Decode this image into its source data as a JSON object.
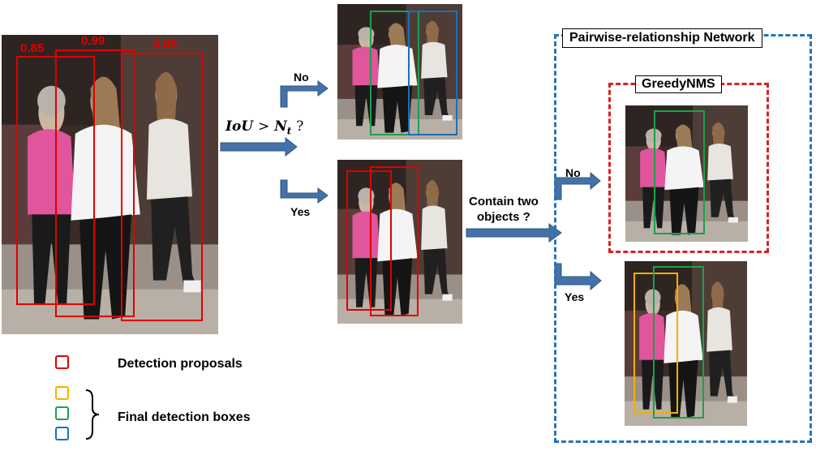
{
  "scores": [
    "0.85",
    "0.99",
    "0.95"
  ],
  "iou": {
    "label": "IoU",
    "op": ">",
    "n": "N",
    "sub": "t",
    "q": "?"
  },
  "branch_no": "No",
  "branch_yes": "Yes",
  "contain": {
    "line1": "Contain two",
    "line2": "objects ?"
  },
  "branch2_no": "No",
  "branch2_yes": "Yes",
  "network_title": "Pairwise-relationship Network",
  "greedy_title": "GreedyNMS",
  "legend": {
    "proposals": "Detection proposals",
    "final": "Final detection boxes"
  },
  "colors": {
    "red": "#e00000",
    "green": "#19a14a",
    "blue": "#1c6fb8",
    "yellow": "#f2b100",
    "arrow": "#4472a8",
    "dash_blue": "#2673b8",
    "dash_red": "#d92020"
  }
}
